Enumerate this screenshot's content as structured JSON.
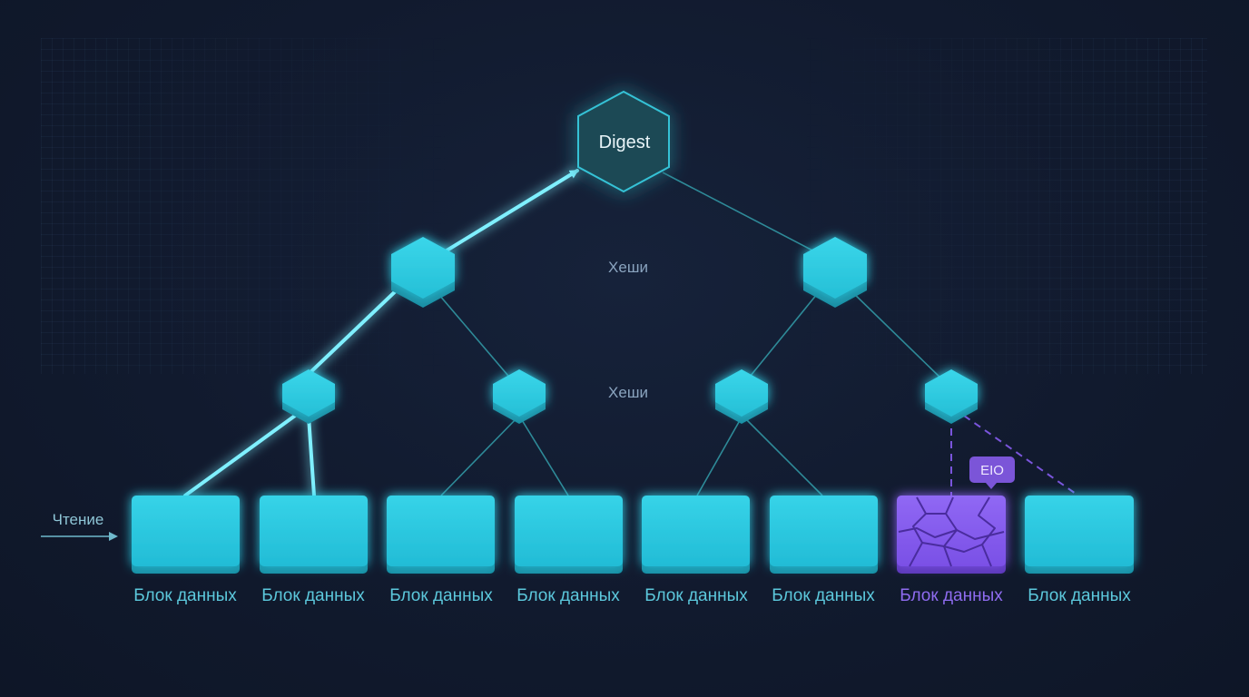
{
  "root": {
    "label": "Digest"
  },
  "levels": [
    {
      "label": "Хеши"
    },
    {
      "label": "Хеши"
    }
  ],
  "read": {
    "label": "Чтение"
  },
  "error": {
    "badge": "EIO",
    "block_index": 6
  },
  "blocks": [
    {
      "label": "Блок данных"
    },
    {
      "label": "Блок данных"
    },
    {
      "label": "Блок данных"
    },
    {
      "label": "Блок данных"
    },
    {
      "label": "Блок данных"
    },
    {
      "label": "Блок данных"
    },
    {
      "label": "Блок данных"
    },
    {
      "label": "Блок данных"
    }
  ],
  "colors": {
    "node": "#2cc6dc",
    "node_dark": "#1c8ea3",
    "edge": "#2e8a98",
    "highlight": "#7ff0ff",
    "error": "#8a5cf0",
    "badge": "#7b55d8"
  }
}
